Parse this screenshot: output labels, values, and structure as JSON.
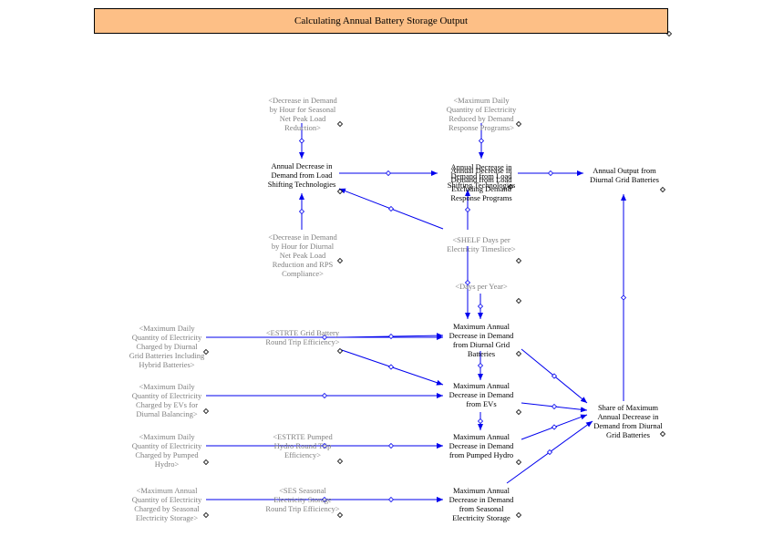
{
  "title": "Calculating Annual Battery Storage Output",
  "colors": {
    "title_fill": "#fdbf86",
    "arrow": "#0000ee",
    "shadow_text": "#7f7f7f",
    "text": "#000000"
  },
  "nodes": {
    "dec_seasonal": "<Decrease in Demand\nby Hour for Seasonal\nNet Peak Load\nReduction>",
    "max_dr": "<Maximum Daily\nQuantity of Electricity\nReduced by Demand\nResponse Programs>",
    "annual_dec_ls": "Annual Decrease in\nDemand from Load\nShifting Technologies",
    "annual_dec_ls_ex_a": "Annual Decrease in\nDemand from Load\nShifting Technologies",
    "annual_dec_ls_ex_b": "Annual Decrease in\nDemand from Load\nExcluding Demand\nResponse Programs",
    "annual_output": "Annual Output from\nDiurnal Grid Batteries",
    "dec_diurnal": "<Decrease in Demand\nby Hour for Diurnal\nNet Peak Load\nReduction and RPS\nCompliance>",
    "shelf_days": "<SHELF Days per\nElectricity Timeslice>",
    "days_per_year": "<Days per Year>",
    "max_daily_grid_a": "<Maximum Daily\nQuantity of Electricity\nCharged by Diurnal\nGrid Batteries Including\nHybrid Batteries>",
    "estrte_grid": "<ESTRTE Grid Battery\nRound Trip Efficiency>",
    "max_annual_grid": "Maximum Annual\nDecrease in Demand\nfrom Diurnal Grid\nBatteries",
    "max_daily_ev": "<Maximum Daily\nQuantity of Electricity\nCharged by EVs for\nDiurnal Balancing>",
    "max_annual_ev": "Maximum Annual\nDecrease in Demand\nfrom EVs",
    "share": "Share of Maximum\nAnnual Decrease in\nDemand from Diurnal\nGrid Batteries",
    "max_daily_hydro": "<Maximum Daily\nQuantity of Electricity\nCharged by Pumped\nHydro>",
    "estrte_hydro": "<ESTRTE Pumped\nHydro Round Trip\nEfficiency>",
    "max_annual_hydro": "Maximum Annual\nDecrease in Demand\nfrom Pumped Hydro",
    "max_annual_seasonal_q": "<Maximum Annual\nQuantity of Electricity\nCharged by Seasonal\nElectricity Storage>",
    "ses_eff": "<SES Seasonal\nElectricity Storage\nRound Trip Efficiency>",
    "max_annual_seasonal": "Maximum Annual\nDecrease in Demand\nfrom Seasonal\nElectricity Storage"
  }
}
